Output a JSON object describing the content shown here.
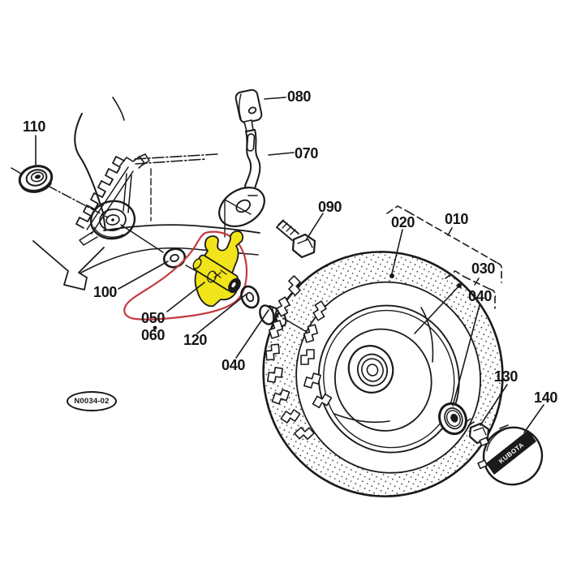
{
  "diagram": {
    "badge_code": "N0034-02",
    "hubcap_brand": "KUBOTA"
  },
  "colors": {
    "highlight": "#f2e41a",
    "annotation": "#c4393f",
    "line": "#1a1a1a"
  },
  "labels": {
    "p010": "010",
    "p020": "020",
    "p030": "030",
    "p040_right": "040",
    "p040_bottom": "040",
    "p050": "050",
    "p060": "060",
    "p070": "070",
    "p080": "080",
    "p090": "090",
    "p100": "100",
    "p110": "110",
    "p120": "120",
    "p130": "130",
    "p140": "140"
  }
}
